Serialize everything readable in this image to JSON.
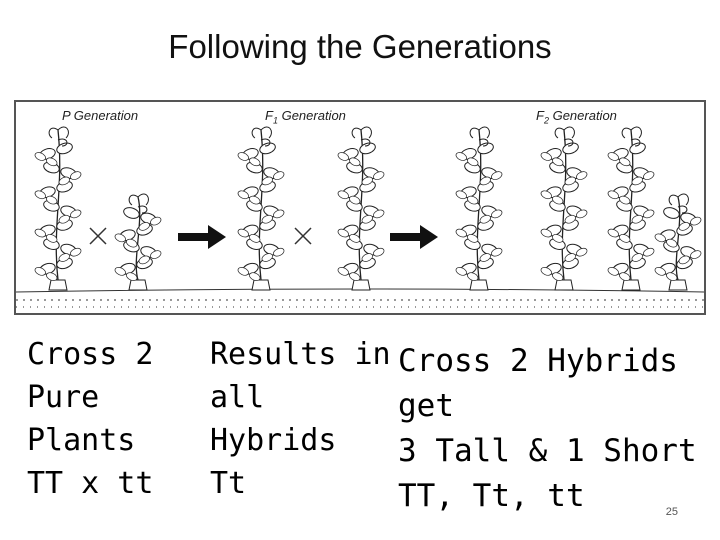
{
  "slide": {
    "title": "Following the Generations",
    "page_number": "25"
  },
  "figure": {
    "p_label": "P Generation",
    "f1_label": "F",
    "f1_sub": "1",
    "f1_rest": " Generation",
    "f2_label": "F",
    "f2_sub": "2",
    "f2_rest": " Generation"
  },
  "columns": {
    "col1": [
      "Cross 2",
      "Pure",
      "Plants",
      "TT x tt"
    ],
    "col2": [
      "Results in",
      "all",
      "Hybrids",
      "Tt"
    ],
    "col3": [
      "Cross 2 Hybrids",
      "get",
      "3 Tall & 1 Short",
      "TT, Tt, tt"
    ]
  }
}
